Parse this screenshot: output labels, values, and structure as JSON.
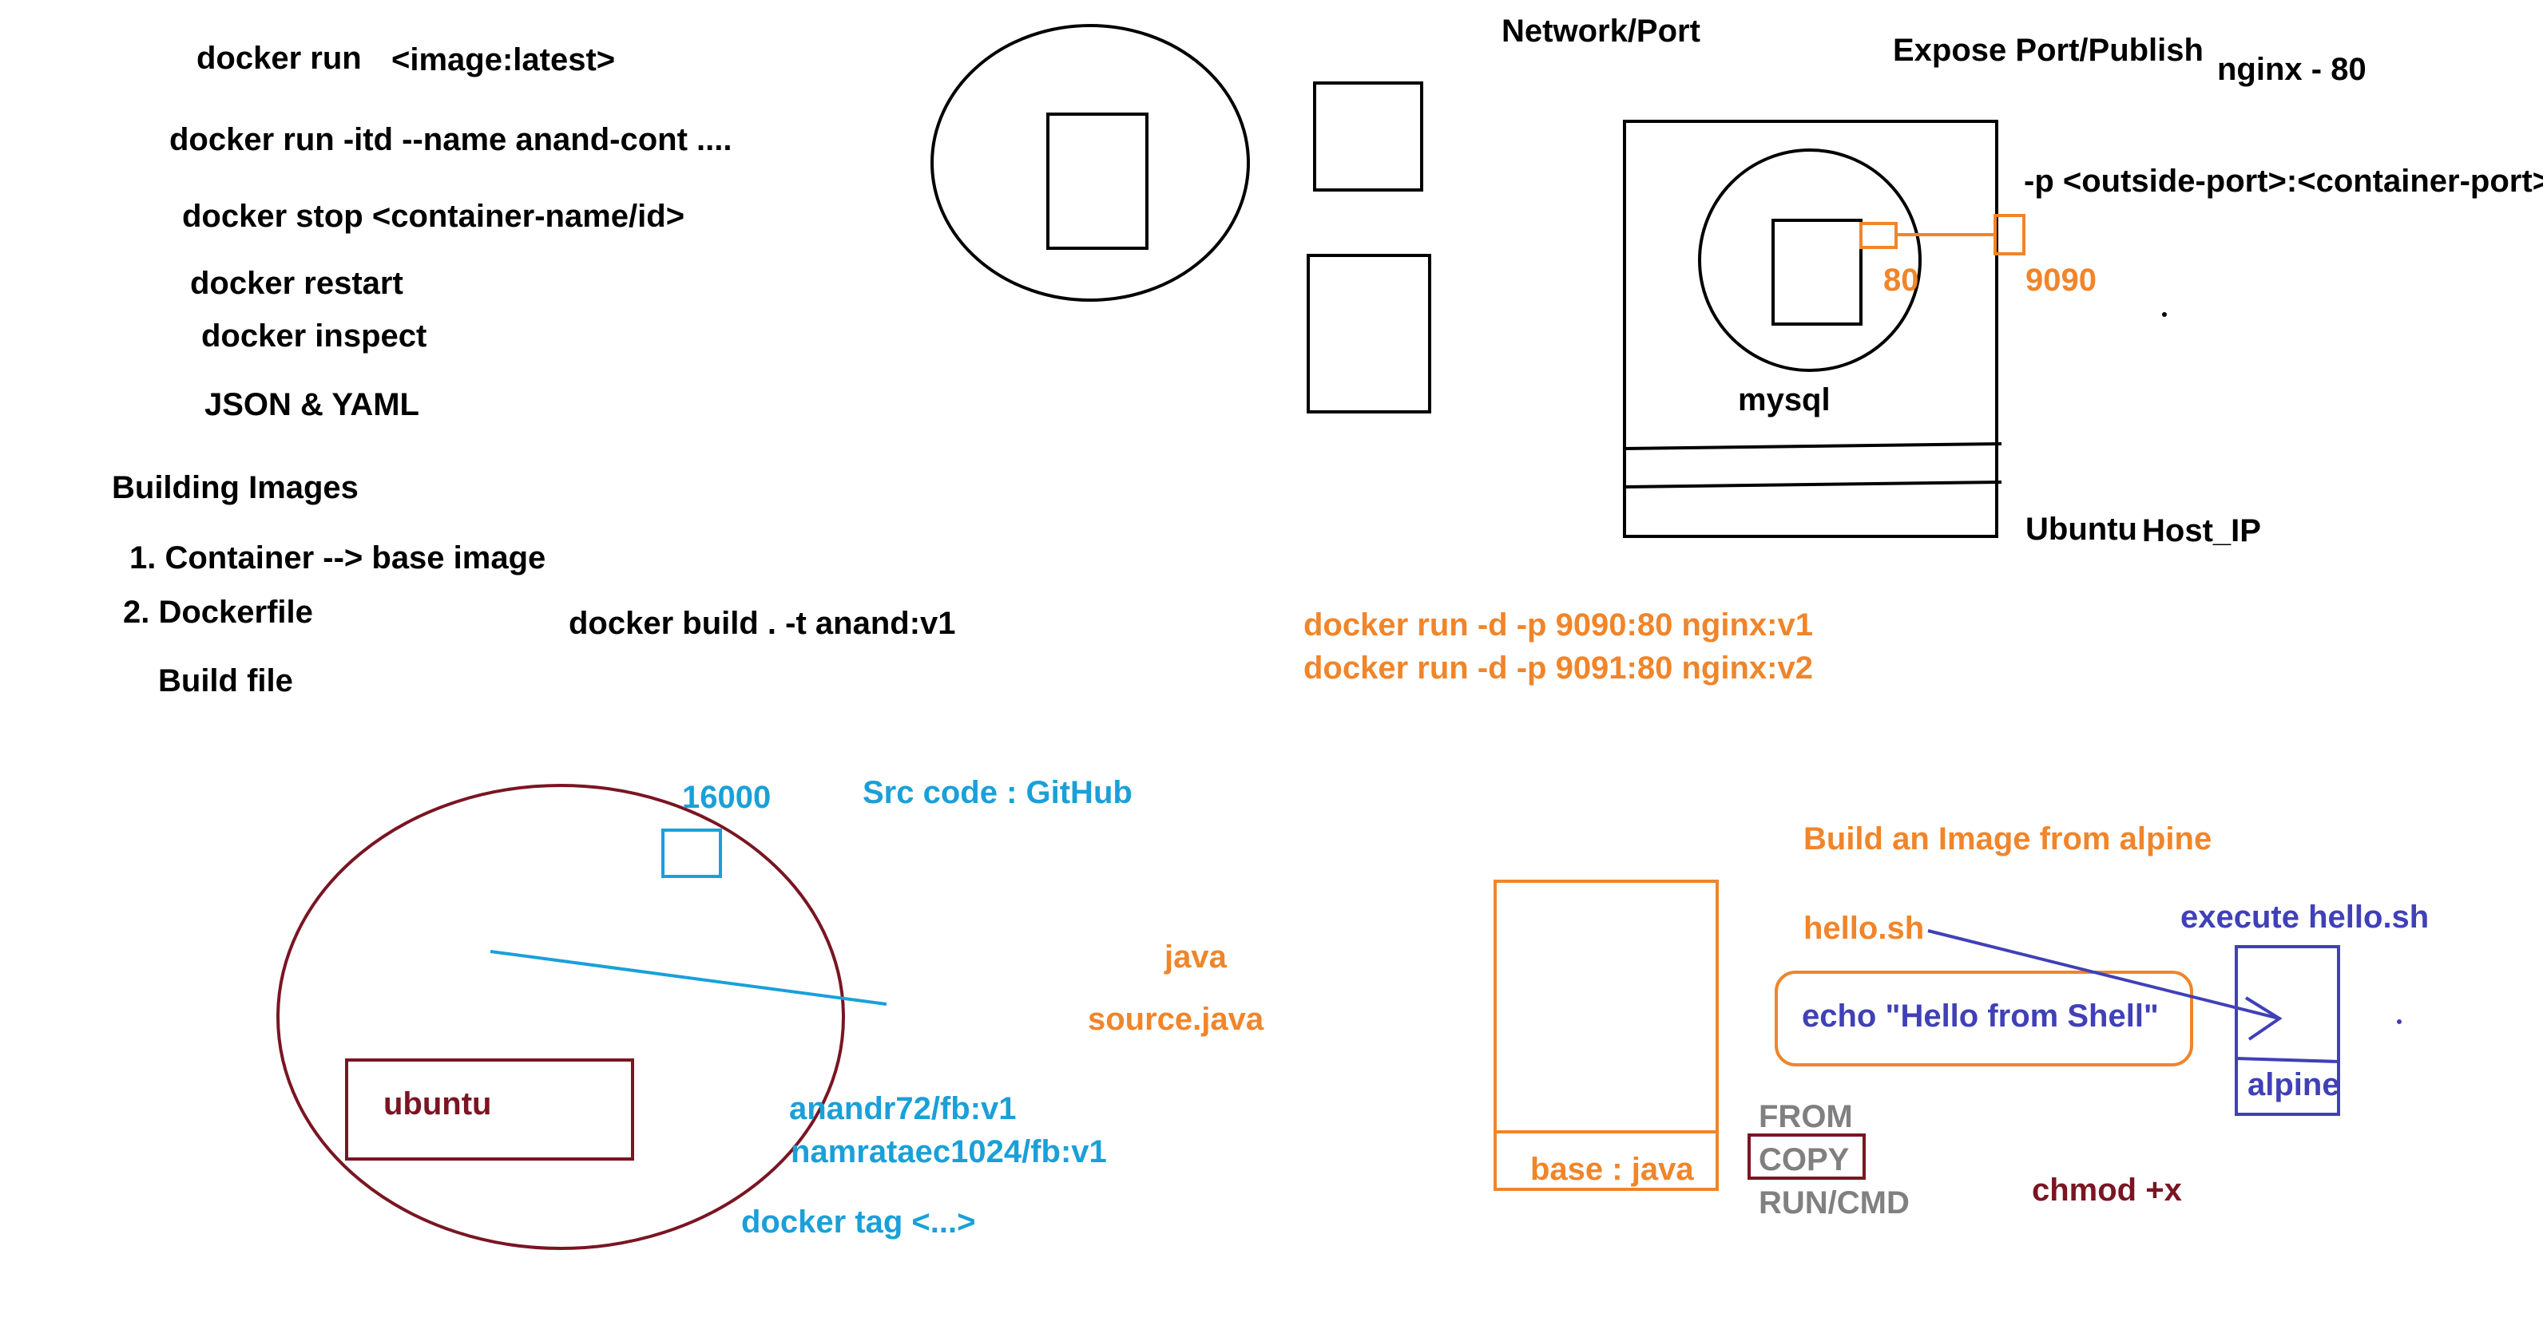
{
  "commands": {
    "run_image": "docker run",
    "run_image_arg": "<image:latest>",
    "run_itd": "docker run -itd --name anand-cont ....",
    "stop": "docker stop <container-name/id>",
    "restart": "docker restart",
    "inspect": "docker inspect",
    "formats": "JSON & YAML"
  },
  "building": {
    "title": "Building Images",
    "item1": "1. Container --> base image",
    "item2": "2. Dockerfile",
    "build_file": "Build file",
    "build_cmd": "docker build . -t anand:v1"
  },
  "network": {
    "title": "Network/Port",
    "expose": "Expose Port/Publish",
    "nginx": "nginx - 80",
    "publish_syntax": "-p <outside-port>:<container-port>",
    "container_port": "80",
    "host_port": "9090",
    "container_name": "mysql",
    "host_os": "Ubuntu",
    "host_ip": "Host_IP",
    "run_v1": "docker run -d -p 9090:80 nginx:v1",
    "run_v2": "docker run -d -p 9091:80 nginx:v2"
  },
  "image_sharing": {
    "port": "16000",
    "src_code": "Src code : GitHub",
    "container_os": "ubuntu",
    "java": "java",
    "source_java": "source.java",
    "repo1": "anandr72/fb:v1",
    "repo2": "namrataec1024/fb:v1",
    "tag_cmd": "docker tag <...>"
  },
  "alpine_build": {
    "title": "Build an Image from alpine",
    "script": "hello.sh",
    "echo_cmd": "echo \"Hello from Shell\"",
    "execute": "execute hello.sh",
    "alpine": "alpine",
    "base_layer": "base : java",
    "from": "FROM",
    "copy": "COPY",
    "run_cmd": "RUN/CMD",
    "chmod": "chmod +x"
  },
  "colors": {
    "black": "#000000",
    "orange": "#f0852a",
    "blue": "#1aa0d8",
    "maroon": "#7a1522",
    "purple": "#4040b8",
    "gray": "#808080"
  }
}
